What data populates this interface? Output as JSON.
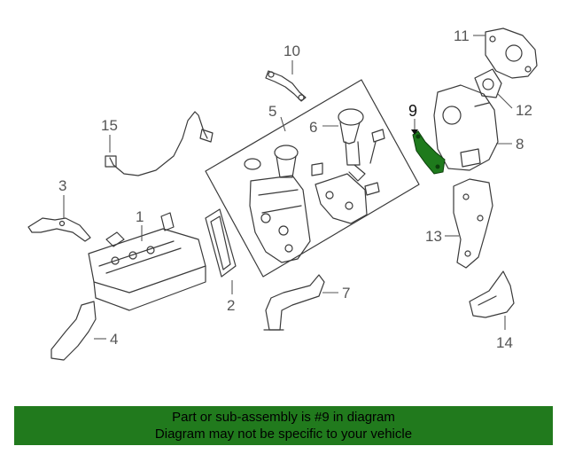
{
  "diagram": {
    "callouts": [
      "1",
      "2",
      "3",
      "4",
      "5",
      "6",
      "7",
      "8",
      "9",
      "10",
      "11",
      "12",
      "13",
      "14",
      "15"
    ],
    "highlight_part": "9",
    "highlight_color": "#1e7a1c",
    "line_color": "#3a3a3a"
  },
  "banner": {
    "line1": "Part or sub-assembly is #9 in diagram",
    "line2": "Diagram may not be specific to your vehicle",
    "color": "#217a1d"
  }
}
